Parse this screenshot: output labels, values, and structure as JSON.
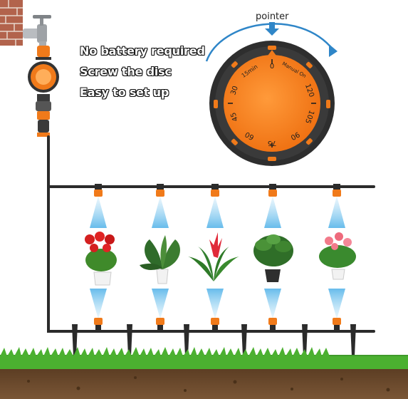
{
  "features": [
    "No battery required",
    "Screw the disc",
    "Easy to set up"
  ],
  "dial": {
    "pointer_label": "pointer",
    "marks": [
      "0",
      "Manual On",
      "120",
      "105",
      "90",
      "75",
      "60",
      "45",
      "30",
      "15min"
    ]
  },
  "colors": {
    "orange": "#f07a1a",
    "dial_ring": "#3a3a3a",
    "pipe": "#2b2b2b",
    "spray": "#8fd0f2",
    "arrow_blue": "#2f86c8",
    "grass": "#3f9a2a",
    "soil": "#6b4a2e",
    "brick": "#a55a45"
  },
  "plants": [
    "red-flower",
    "green-foliage",
    "red-bromeliad",
    "green-leafy",
    "pink-flower"
  ]
}
